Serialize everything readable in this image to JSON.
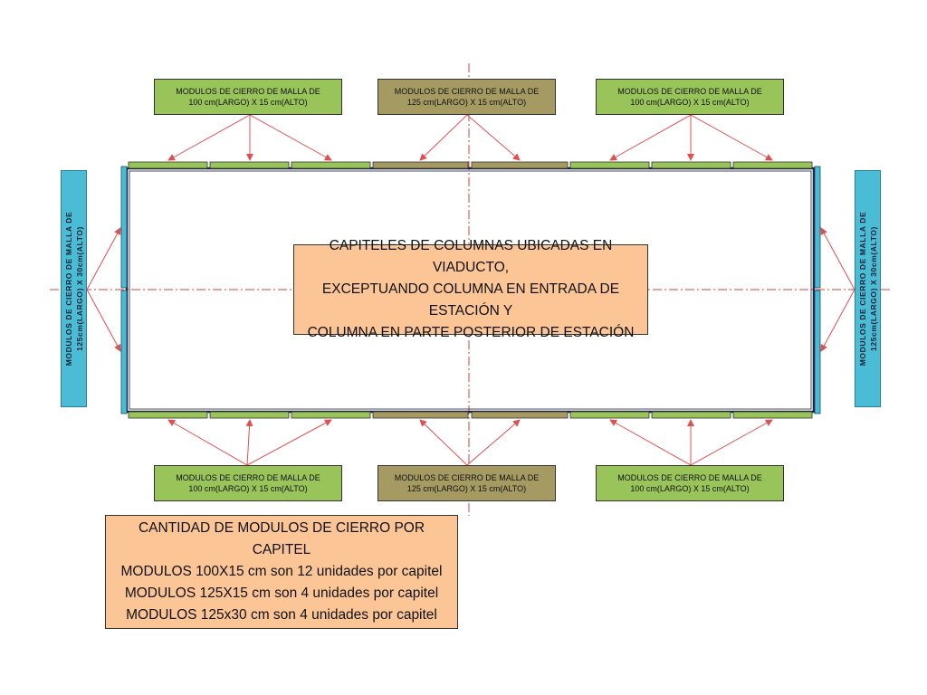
{
  "labels": {
    "top_left": {
      "line1": "MODULOS DE CIERRO DE MALLA DE",
      "line2": "100 cm(LARGO) X 15 cm(ALTO)"
    },
    "top_center": {
      "line1": "MODULOS DE CIERRO DE MALLA DE",
      "line2": "125 cm(LARGO) X 15 cm(ALTO)"
    },
    "top_right": {
      "line1": "MODULOS DE CIERRO DE MALLA DE",
      "line2": "100 cm(LARGO) X 15 cm(ALTO)"
    },
    "bottom_left": {
      "line1": "MODULOS DE CIERRO DE MALLA DE",
      "line2": "100 cm(LARGO) X 15 cm(ALTO)"
    },
    "bottom_center": {
      "line1": "MODULOS DE CIERRO DE MALLA DE",
      "line2": "125 cm(LARGO) X 15 cm(ALTO)"
    },
    "bottom_right": {
      "line1": "MODULOS DE CIERRO DE MALLA DE",
      "line2": "100 cm(LARGO) X 15 cm(ALTO)"
    },
    "left_side": {
      "line1": "MODULOS DE CIERRO DE MALLA DE",
      "line2": "125cm(LARGO) X 30cm(ALTO)"
    },
    "right_side": {
      "line1": "MODULOS DE CIERRO DE MALLA DE",
      "line2": "125cm(LARGO) X 30cm(ALTO)"
    }
  },
  "center_note": {
    "line1": "CAPITELES DE COLUMNAS UBICADAS EN VIADUCTO,",
    "line2": "EXCEPTUANDO COLUMNA EN ENTRADA DE ESTACIÓN Y",
    "line3": "COLUMNA EN PARTE POSTERIOR DE ESTACIÓN"
  },
  "quantities": {
    "title": "CANTIDAD DE MODULOS DE CIERRO POR CAPITEL",
    "line1": "MODULOS 100X15 cm son 12 unidades por capitel",
    "line2": "MODULOS 125X15 cm son 4 unidades por capitel",
    "line3": "MODULOS 125x30 cm son 4 unidades por capitel"
  },
  "colors": {
    "module_100x15": "#99c45a",
    "module_125x15": "#a59b62",
    "module_125x30": "#4bbcd6",
    "note_fill": "#fbc595",
    "arrow": "#e05050",
    "axis": "#d04040",
    "outline": "#1c2440"
  }
}
